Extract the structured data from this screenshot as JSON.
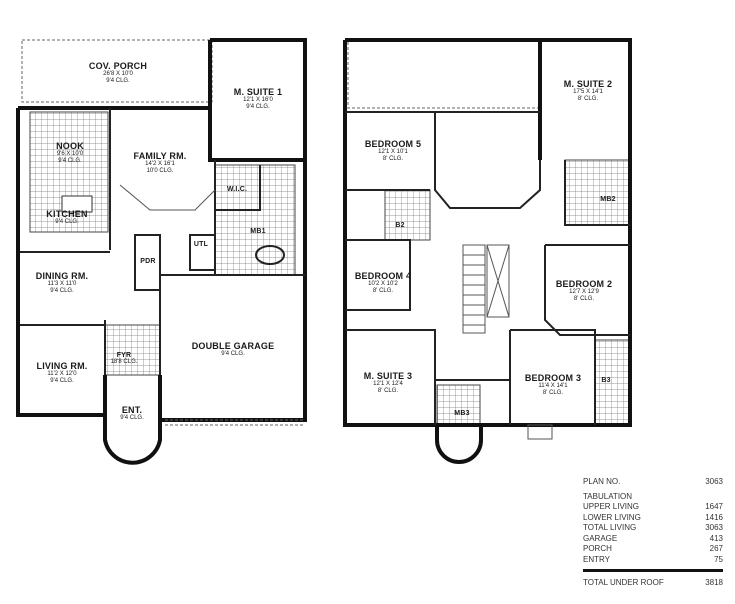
{
  "lower_floor": {
    "rooms": [
      {
        "name": "COV. PORCH",
        "dims": "26'8 X 10'0",
        "ceiling": "9'4 CLG."
      },
      {
        "name": "M. SUITE 1",
        "dims": "12'1 X 16'0",
        "ceiling": "9'4 CLG."
      },
      {
        "name": "NOOK",
        "dims": "9'6 X 10'0",
        "ceiling": "9'4 CLG."
      },
      {
        "name": "FAMILY RM.",
        "dims": "14'2 X 16'1",
        "ceiling": "10'0 CLG."
      },
      {
        "name": "KITCHEN",
        "dims": "",
        "ceiling": "9'4 CLG."
      },
      {
        "name": "W.I.C.",
        "dims": "",
        "ceiling": ""
      },
      {
        "name": "MB1",
        "dims": "",
        "ceiling": ""
      },
      {
        "name": "UTL",
        "dims": "",
        "ceiling": ""
      },
      {
        "name": "PDR",
        "dims": "",
        "ceiling": ""
      },
      {
        "name": "DINING RM.",
        "dims": "11'3 X 11'0",
        "ceiling": "9'4 CLG."
      },
      {
        "name": "DOUBLE GARAGE",
        "dims": "",
        "ceiling": "9'4 CLG."
      },
      {
        "name": "LIVING RM.",
        "dims": "11'2 X 12'0",
        "ceiling": "9'4 CLG."
      },
      {
        "name": "FYR",
        "dims": "",
        "ceiling": "18'8 CLG."
      },
      {
        "name": "ENT.",
        "dims": "",
        "ceiling": "9'4 CLG."
      }
    ]
  },
  "upper_floor": {
    "rooms": [
      {
        "name": "M. SUITE 2",
        "dims": "17'5 X 14'1",
        "ceiling": "8' CLG."
      },
      {
        "name": "BEDROOM 5",
        "dims": "12'1 X 10'1",
        "ceiling": "8' CLG."
      },
      {
        "name": "B2",
        "dims": "",
        "ceiling": ""
      },
      {
        "name": "MB2",
        "dims": "",
        "ceiling": ""
      },
      {
        "name": "BEDROOM 4",
        "dims": "10'2 X 10'2",
        "ceiling": "8' CLG."
      },
      {
        "name": "BEDROOM 2",
        "dims": "12'7 X 12'9",
        "ceiling": "8' CLG."
      },
      {
        "name": "M. SUITE 3",
        "dims": "12'1 X 12'4",
        "ceiling": "8' CLG."
      },
      {
        "name": "BEDROOM 3",
        "dims": "11'4 X 14'1",
        "ceiling": "8' CLG."
      },
      {
        "name": "B3",
        "dims": "",
        "ceiling": ""
      },
      {
        "name": "MB3",
        "dims": "",
        "ceiling": ""
      }
    ]
  },
  "tabulation": {
    "plan_label": "PLAN NO.",
    "plan_value": "3063",
    "heading": "TABULATION",
    "rows": [
      {
        "label": "UPPER LIVING",
        "value": "1647"
      },
      {
        "label": "LOWER LIVING",
        "value": "1416"
      },
      {
        "label": "TOTAL LIVING",
        "value": "3063"
      },
      {
        "label": "GARAGE",
        "value": "413"
      },
      {
        "label": "PORCH",
        "value": "267"
      },
      {
        "label": "ENTRY",
        "value": "75"
      }
    ],
    "total_label": "TOTAL UNDER ROOF",
    "total_value": "3818"
  }
}
